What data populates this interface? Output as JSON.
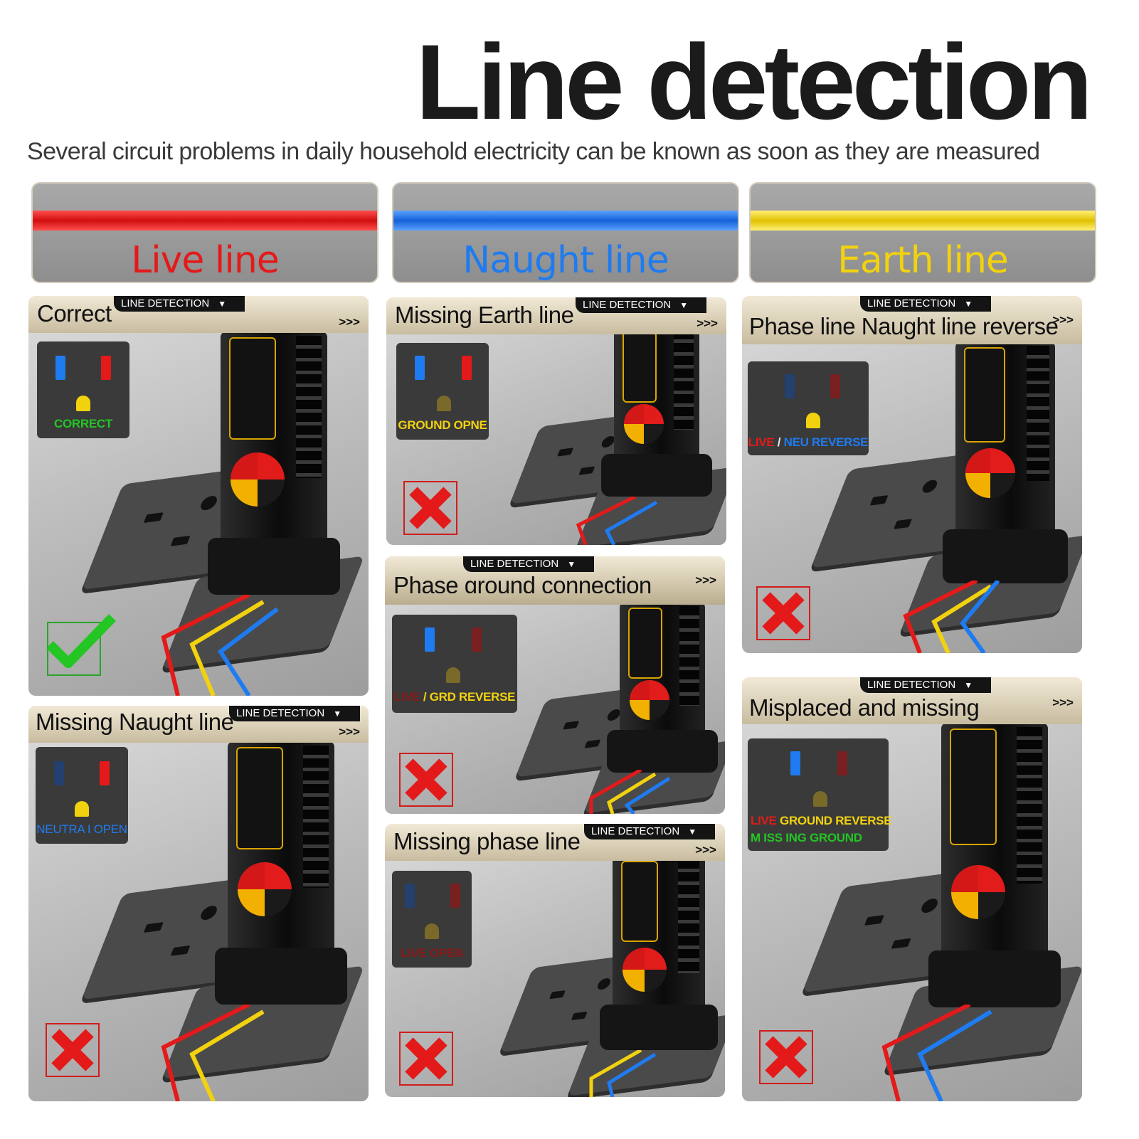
{
  "header": {
    "title": "Line detection",
    "subtitle": "Several circuit problems in daily household electricity can be known as soon as they are measured"
  },
  "legend": [
    {
      "label": "Live line",
      "color": "#e41a1a"
    },
    {
      "label": "Naught line",
      "color": "#1f7bf0"
    },
    {
      "label": "Earth line",
      "color": "#f2d20f"
    }
  ],
  "colors": {
    "live": "#e41a1a",
    "neutral": "#1f7bf0",
    "earth": "#f2d20f",
    "ok": "#23c623",
    "warn": "#f2d20f"
  },
  "tab_label": "LINE DETECTION",
  "tab_arrow": "▼",
  "more_arrows": ">>>",
  "panels": [
    {
      "title": "Correct",
      "status_text": "CORRECT",
      "result": "check-icon"
    },
    {
      "title": "Missing Naught line",
      "status_text": "NEUTRA I OPEN",
      "result": "cross-icon"
    },
    {
      "title": "Missing Earth line",
      "status_text": "GROUND OPNE",
      "result": "cross-icon"
    },
    {
      "title": "Phase ground connection",
      "status_live": "LIVE",
      "status_sep": " / ",
      "status_text": "GRD REVERSE",
      "result": "cross-icon"
    },
    {
      "title": "Missing phase line",
      "status_text": "LIVE OPEN",
      "result": "cross-icon"
    },
    {
      "title": "Phase line Naught line reverse",
      "status_live": "LIVE",
      "status_sep": " / ",
      "status_text": "NEU REVERSE",
      "result": "cross-icon"
    },
    {
      "title": "Misplaced and missing",
      "status_live": "LIVE",
      "status_text": " GROUND REVERSE",
      "status_line2": "M ISS ING GROUND",
      "result": "cross-icon"
    }
  ]
}
